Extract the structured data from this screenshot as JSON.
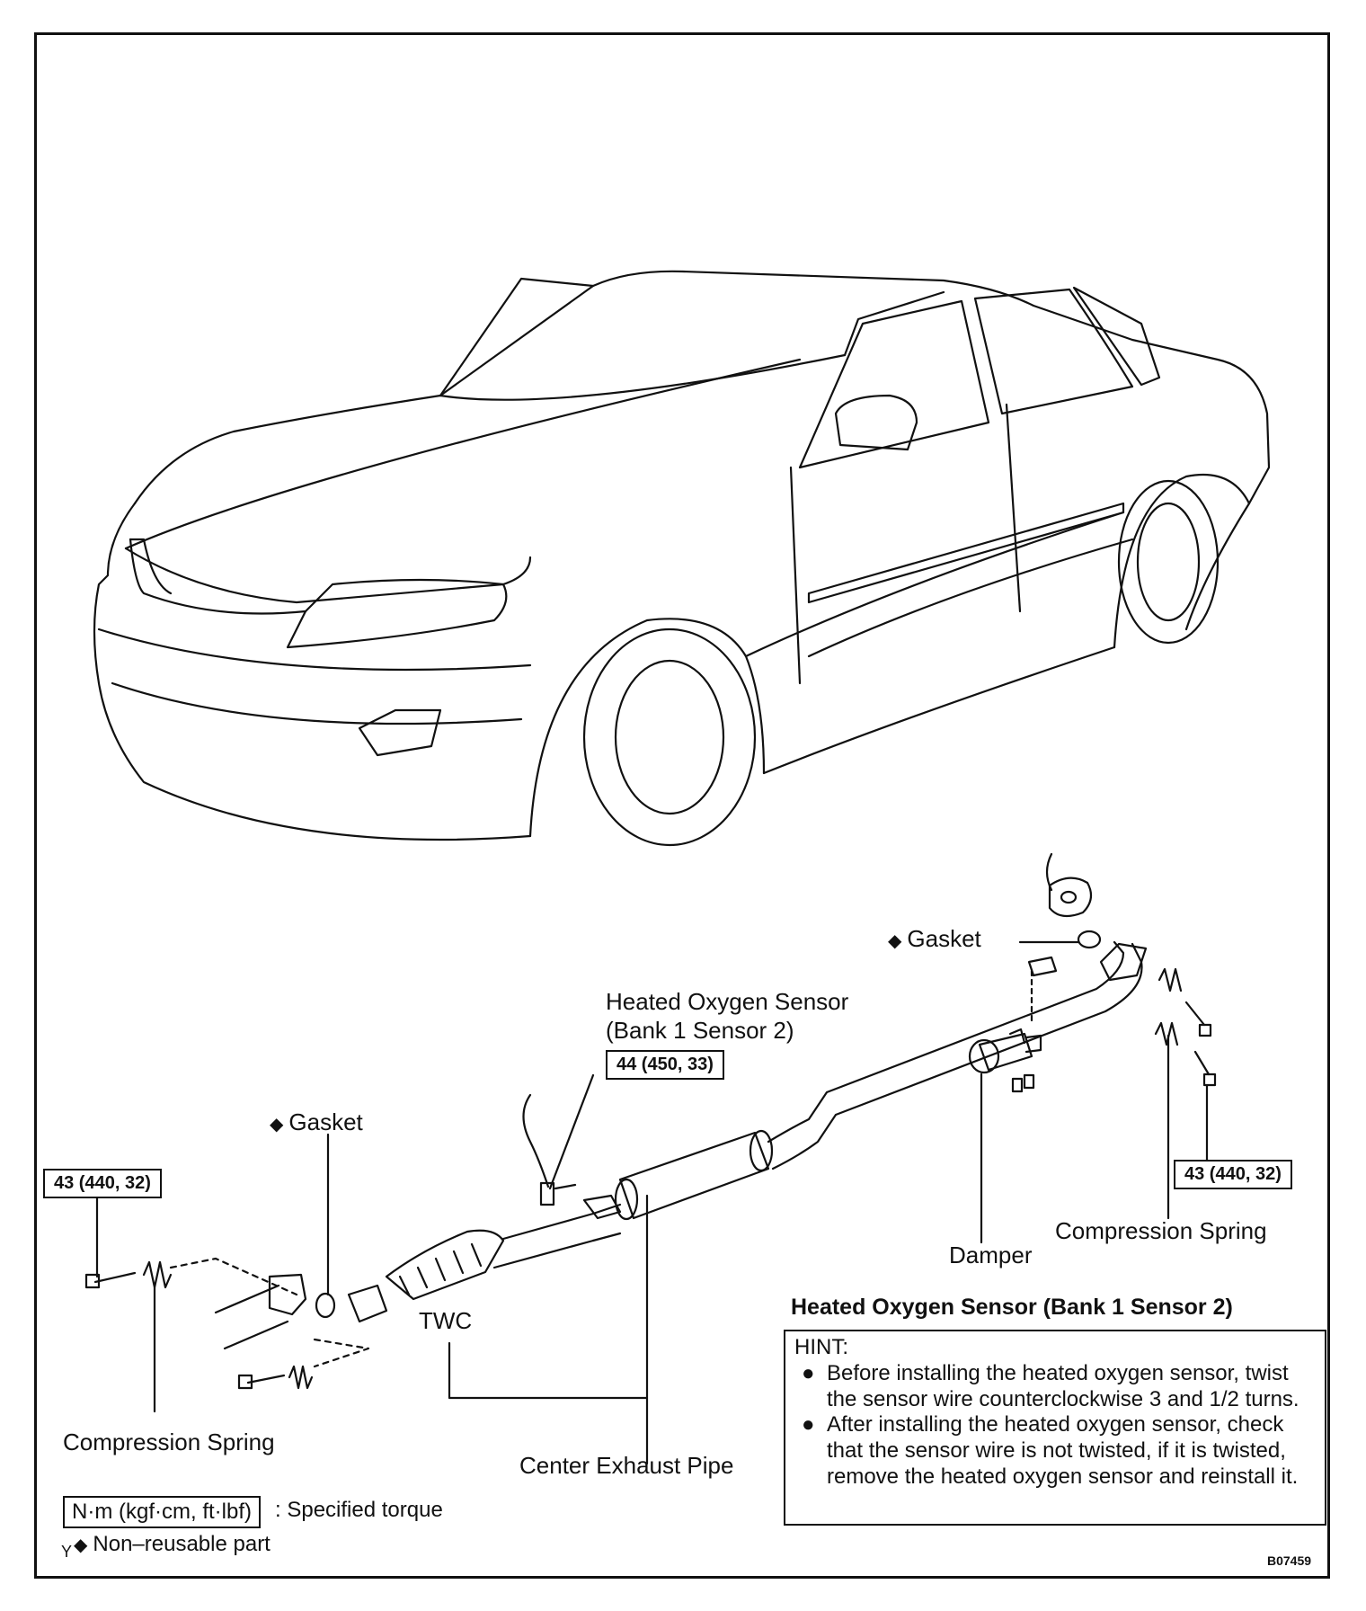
{
  "labels": {
    "gasket_top": "Gasket",
    "gasket_left": "Gasket",
    "sensor_name": "Heated Oxygen Sensor",
    "sensor_bank": "(Bank 1 Sensor 2)",
    "twc": "TWC",
    "center_pipe": "Center Exhaust Pipe",
    "damper": "Damper",
    "spring_right": "Compression Spring",
    "spring_left": "Compression Spring"
  },
  "torque": {
    "sensor": "44 (450, 33)",
    "left": "43 (440, 32)",
    "right": "43 (440, 32)"
  },
  "hint": {
    "title": "Heated Oxygen Sensor (Bank 1 Sensor 2)",
    "heading": "HINT:",
    "item1": "Before installing the heated oxygen sensor, twist the sensor wire counterclockwise 3 and 1/2 turns.",
    "item2": "After installing the heated oxygen sensor, check that the sensor wire is not twisted, if it is twisted, remove the heated oxygen sensor and reinstall it."
  },
  "legend": {
    "unit_box": "N·m (kgf·cm, ft·lbf)",
    "unit_desc": ": Specified torque",
    "nonreusable": "Non–reusable part",
    "diamond": "◆",
    "bullet": "●"
  },
  "corner_mark": "Y",
  "figure_id": "B07459",
  "icons": [
    "car-outline",
    "exhaust-pipe",
    "catalytic-converter",
    "oxygen-sensor",
    "damper",
    "gasket",
    "compression-spring",
    "bolt"
  ]
}
